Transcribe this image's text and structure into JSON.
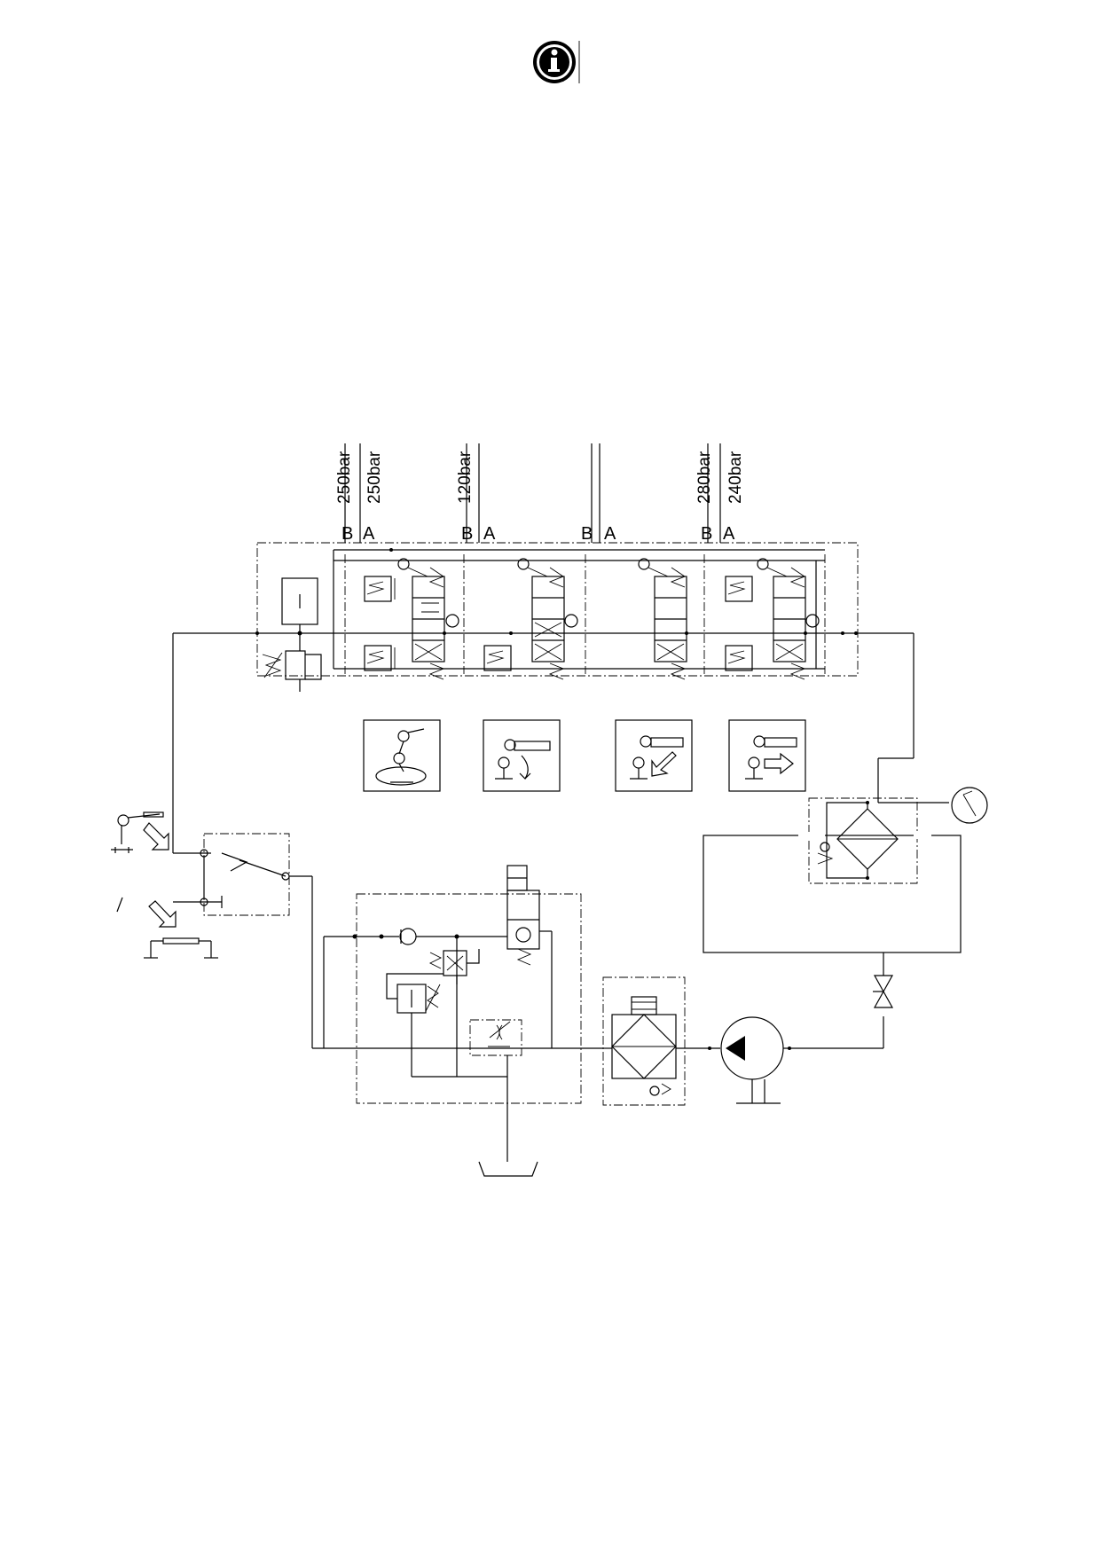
{
  "header": {
    "info_icon": "info-icon"
  },
  "pressure_labels": [
    "250bar",
    "250bar",
    "120bar",
    "280bar",
    "240bar"
  ],
  "port_labels": [
    "B",
    "A",
    "B",
    "A",
    "B",
    "A",
    "B",
    "A"
  ],
  "icons": {
    "info": "info-icon",
    "pictograms": [
      "boom-slew-pictogram",
      "boom-tilt-pictogram",
      "boom-lift-pictogram",
      "boom-extend-pictogram"
    ]
  }
}
